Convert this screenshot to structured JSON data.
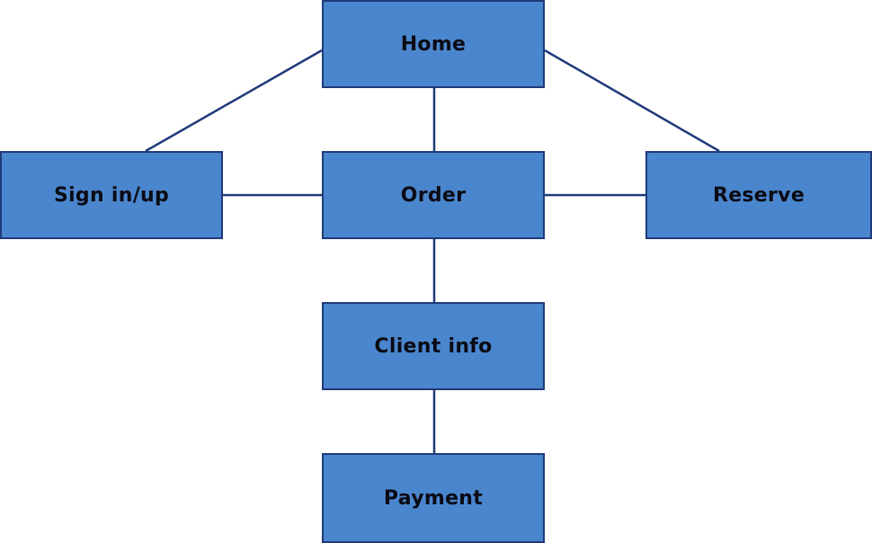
{
  "colors": {
    "node_fill": "#4a86cd",
    "node_border": "#1f3a7a",
    "connector": "#1f3a7a",
    "label_text": "#0b0b14"
  },
  "nodes": {
    "home": {
      "label": "Home"
    },
    "signin": {
      "label": "Sign in/up"
    },
    "order": {
      "label": "Order"
    },
    "reserve": {
      "label": "Reserve"
    },
    "client": {
      "label": "Client info"
    },
    "payment": {
      "label": "Payment"
    }
  },
  "edges": [
    {
      "from": "home",
      "to": "signin"
    },
    {
      "from": "home",
      "to": "order"
    },
    {
      "from": "home",
      "to": "reserve"
    },
    {
      "from": "signin",
      "to": "order"
    },
    {
      "from": "order",
      "to": "reserve"
    },
    {
      "from": "order",
      "to": "client"
    },
    {
      "from": "client",
      "to": "payment"
    }
  ]
}
